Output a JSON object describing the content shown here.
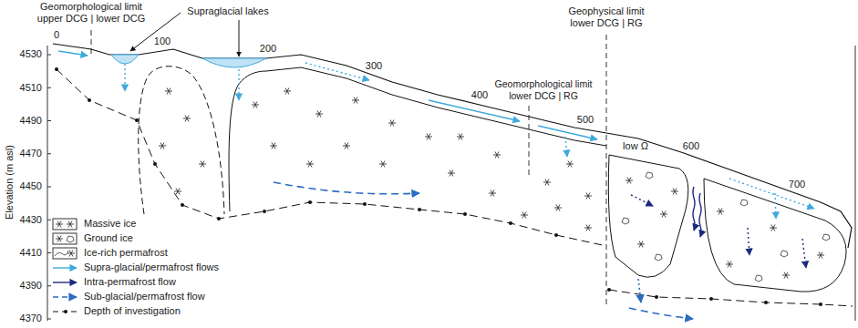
{
  "diagram": {
    "labels": [
      "Geomorphological limit upper DCG | lower DCG",
      "Supraglacial lakes",
      "Geophysical limit lower DCG | RG",
      "Geomorphological limit lower DCG | RG",
      "0",
      "100",
      "200",
      "300",
      "400",
      "500",
      "600",
      "700",
      "low Ω",
      "Elevation (m asl)",
      "4530",
      "4510",
      "4490",
      "4470",
      "4450",
      "4430",
      "4410",
      "4390",
      "4370"
    ],
    "legend": [
      {
        "text": "Massive ice"
      },
      {
        "text": "Ground ice"
      },
      {
        "text": "Ice-rich permafrost"
      },
      {
        "text": "Supra-glacial/permafrost flows"
      },
      {
        "text": "Intra-permafrost flow"
      },
      {
        "text": "Sub-glacial/permafrost flow"
      },
      {
        "text": "Depth of investigation"
      }
    ]
  }
}
